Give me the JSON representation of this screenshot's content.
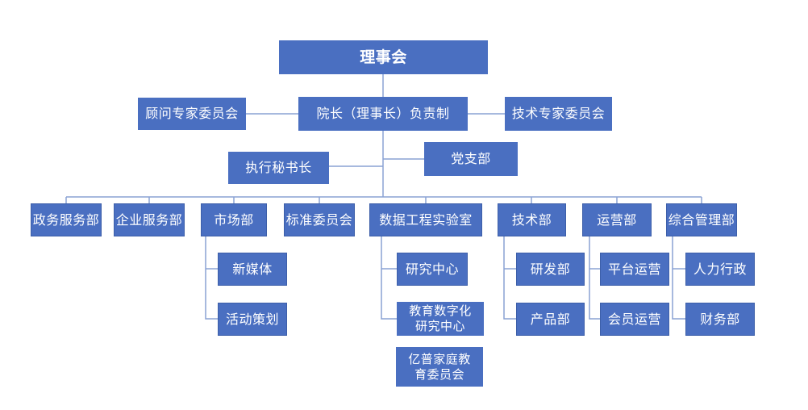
{
  "org": {
    "council": "理事会",
    "president": "院长（理事长）负责制",
    "advisory_committee": "顾问专家委员会",
    "tech_committee": "技术专家委员会",
    "secretary_general": "执行秘书长",
    "party_branch": "党支部",
    "departments": [
      "政务服务部",
      "企业服务部",
      "市场部",
      "标准委员会",
      "数据工程实验室",
      "技术部",
      "运营部",
      "综合管理部"
    ],
    "market_sub": [
      "新媒体",
      "活动策划"
    ],
    "lab_sub": [
      "研究中心",
      "教育数字化\n研究中心",
      "亿普家庭教\n育委员会"
    ],
    "tech_sub": [
      "研发部",
      "产品部"
    ],
    "ops_sub": [
      "平台运营",
      "会员运营"
    ],
    "admin_sub": [
      "人力行政",
      "财务部"
    ]
  }
}
